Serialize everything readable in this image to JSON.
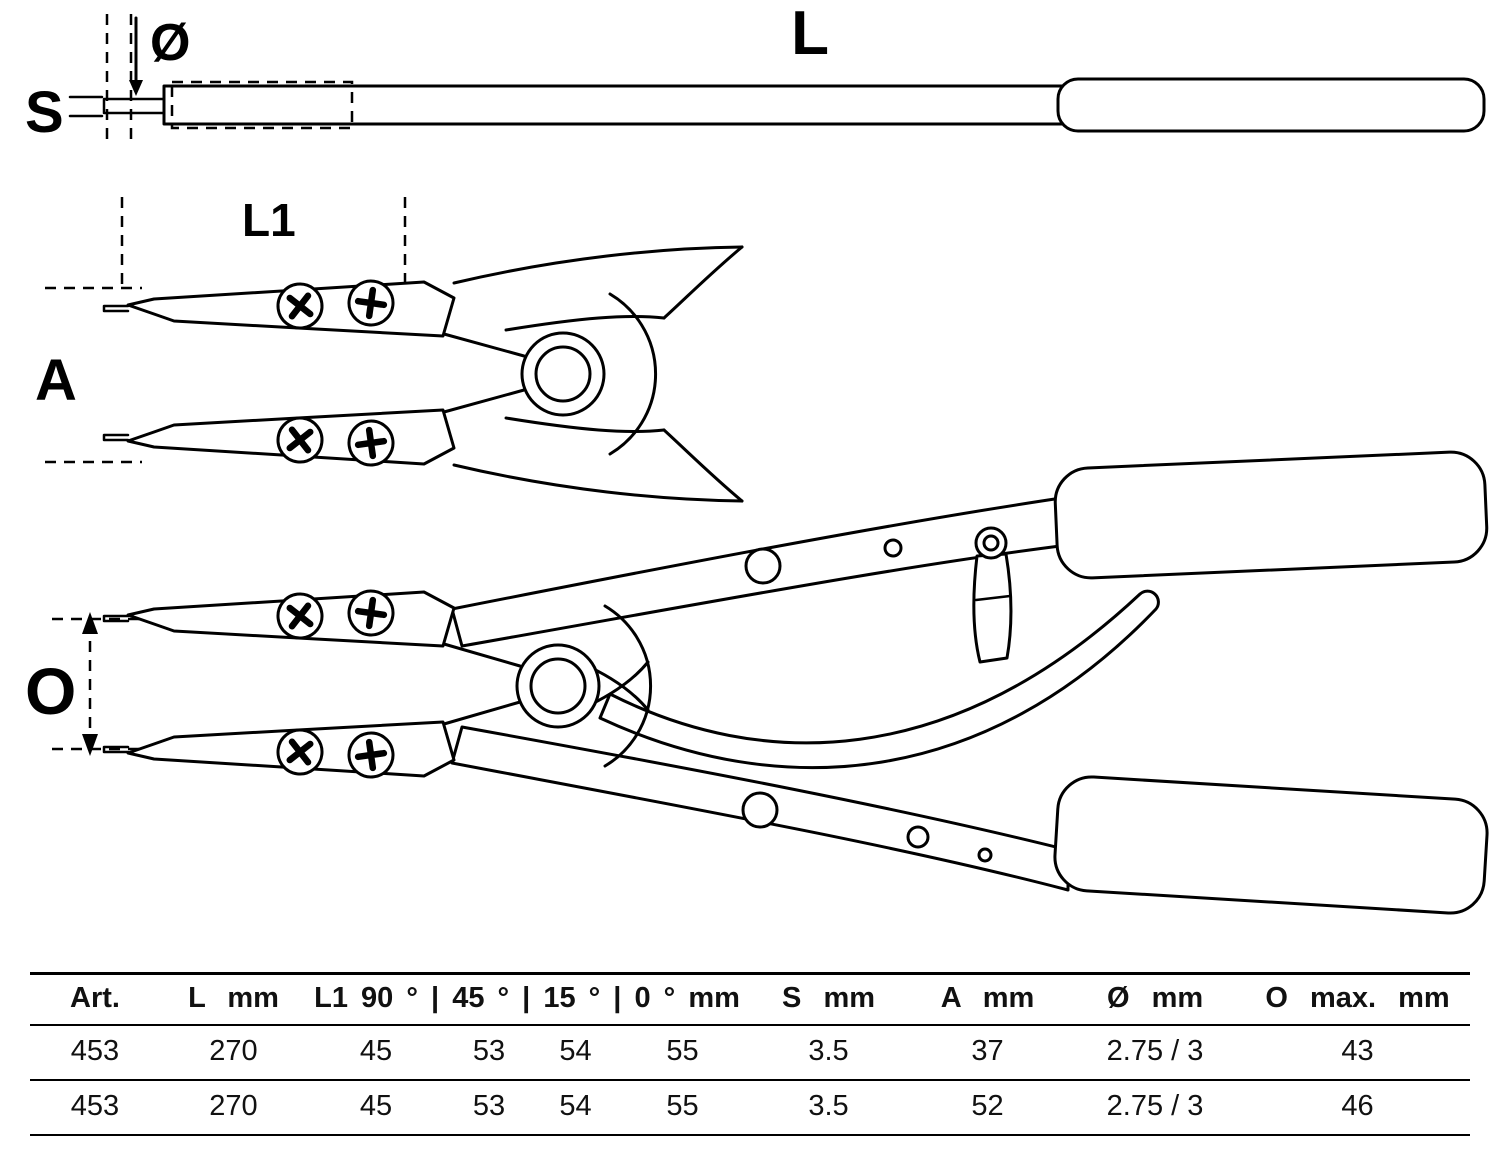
{
  "drawing": {
    "labels": {
      "dia": "Ø",
      "l": "L",
      "s": "S",
      "l1": "L1",
      "a": "A",
      "o": "O"
    }
  },
  "table": {
    "headers": [
      "Art.",
      "L mm",
      "L1 90 ° | 45 ° | 15 ° | 0 ° mm",
      "S mm",
      "A mm",
      "Ø mm",
      "O max. mm"
    ],
    "rows": [
      [
        "453",
        "270",
        "45",
        "53",
        "54",
        "55",
        "3.5",
        "37",
        "2.75 / 3",
        "43"
      ],
      [
        "453",
        "270",
        "45",
        "53",
        "54",
        "55",
        "3.5",
        "52",
        "2.75 / 3",
        "46"
      ]
    ]
  }
}
